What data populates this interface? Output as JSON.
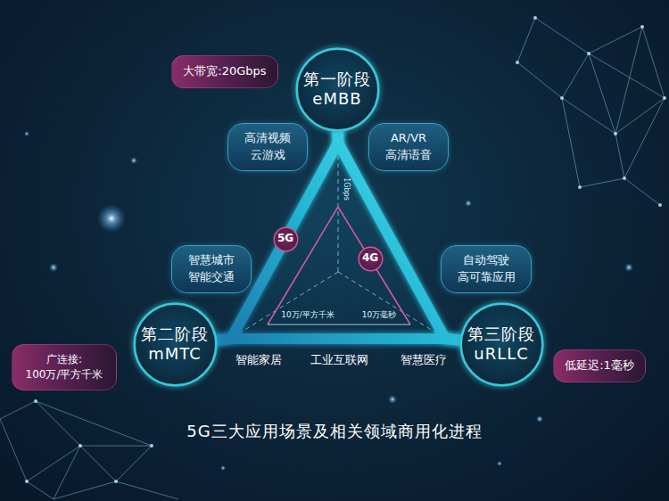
{
  "diagram": {
    "caption": "5G三大应用场景及相关领域商用化进程",
    "nodes": [
      {
        "text": [
          "大带宽:20Gbps"
        ]
      },
      {
        "text": [
          "第一阶段",
          "eMBB"
        ]
      },
      {
        "text": [
          "高清视频 云游戏"
        ]
      },
      {
        "text": [
          "AR/VR 高清语音"
        ]
      },
      {
        "text": [
          "5G"
        ]
      },
      {
        "text": [
          "4G"
        ]
      },
      {
        "text": [
          "智慧城市 智能交通"
        ]
      },
      {
        "text": [
          "自动驾驶 高可靠应用"
        ]
      },
      {
        "text": [
          "第二阶段",
          "mMTC"
        ]
      },
      {
        "text": [
          "第三阶段",
          "uRLLC"
        ]
      },
      {
        "text": [
          "广连接: 100万/平方千米"
        ]
      },
      {
        "text": [
          "低延迟:1毫秒"
        ]
      }
    ],
    "edges": [
      {
        "from": 1,
        "to": 8,
        "arrow": "none"
      },
      {
        "from": 8,
        "to": 9,
        "arrow": "none"
      },
      {
        "from": 9,
        "to": 1,
        "arrow": "none"
      }
    ],
    "labels": [
      "1Gbps",
      "10万/平方千米",
      "10万毫秒",
      "智能家居",
      "工业互联网",
      "智慧医疗"
    ]
  }
}
